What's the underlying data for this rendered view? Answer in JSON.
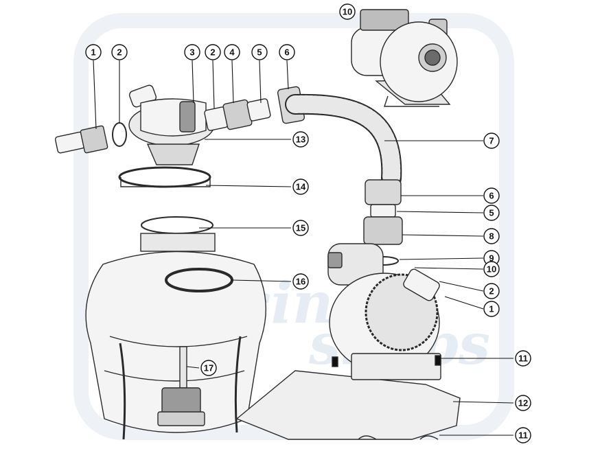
{
  "watermark": {
    "line1": "piscines",
    "line2": "shops",
    "color": "#e6ecf3"
  },
  "colors": {
    "stroke": "#2a2a2a",
    "fill_light": "#f4f4f4",
    "fill_mid": "#d9d9d9",
    "fill_dark": "#9a9a9a",
    "callout_ring": "#111111"
  },
  "callouts": [
    {
      "id": "c1-left",
      "label": "1"
    },
    {
      "id": "c2-left",
      "label": "2"
    },
    {
      "id": "c3",
      "label": "3"
    },
    {
      "id": "c2-top",
      "label": "2"
    },
    {
      "id": "c4",
      "label": "4"
    },
    {
      "id": "c5-top",
      "label": "5"
    },
    {
      "id": "c6-top",
      "label": "6"
    },
    {
      "id": "c10-top",
      "label": "10"
    },
    {
      "id": "c7",
      "label": "7"
    },
    {
      "id": "c13",
      "label": "13"
    },
    {
      "id": "c14",
      "label": "14"
    },
    {
      "id": "c6-right",
      "label": "6"
    },
    {
      "id": "c5-right",
      "label": "5"
    },
    {
      "id": "c15",
      "label": "15"
    },
    {
      "id": "c8",
      "label": "8"
    },
    {
      "id": "c9",
      "label": "9"
    },
    {
      "id": "c10-right",
      "label": "10"
    },
    {
      "id": "c16",
      "label": "16"
    },
    {
      "id": "c2-right",
      "label": "2"
    },
    {
      "id": "c1-right",
      "label": "1"
    },
    {
      "id": "c17",
      "label": "17"
    },
    {
      "id": "c11-mid",
      "label": "11"
    },
    {
      "id": "c12",
      "label": "12"
    },
    {
      "id": "c11-bottom",
      "label": "11"
    }
  ]
}
